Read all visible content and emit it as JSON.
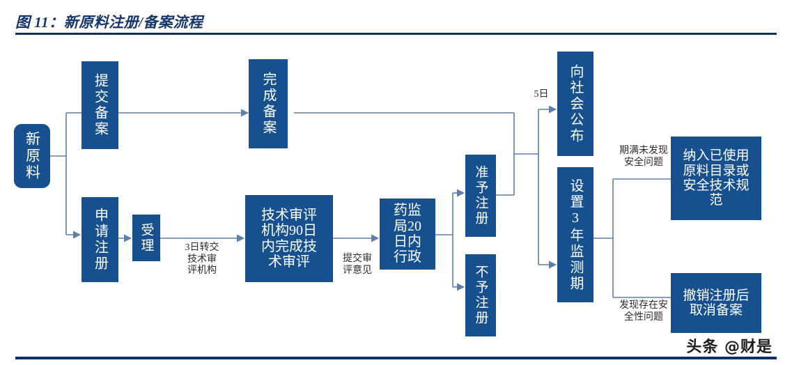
{
  "figure": {
    "title": "图 11：新原料注册/备案流程",
    "watermark": "头条 @财是",
    "accent_color": "#17508f",
    "title_color": "#16366b",
    "rule_color": "#10305f",
    "connector_color": "#5f7ea8"
  },
  "nodes": {
    "start": {
      "label": "新原料",
      "orientation": "vertical"
    },
    "submit_record": {
      "label": "提交备案",
      "orientation": "vertical"
    },
    "complete_record": {
      "label": "完成备案",
      "orientation": "vertical"
    },
    "apply_register": {
      "label": "申请注册",
      "orientation": "vertical"
    },
    "accept": {
      "label": "受理",
      "orientation": "vertical"
    },
    "tech_review": {
      "label": "技术审评\n机构90日\n内完成技\n术审评",
      "orientation": "horizontal"
    },
    "nmpa": {
      "label": "药监\n局20\n日内\n行政",
      "orientation": "horizontal"
    },
    "approve": {
      "label": "准予注册",
      "orientation": "vertical"
    },
    "reject": {
      "label": "不予注册",
      "orientation": "vertical"
    },
    "publish": {
      "label": "向社会公布",
      "orientation": "vertical"
    },
    "monitor": {
      "label": "设置3年监测期",
      "orientation": "vertical"
    },
    "include_catalog": {
      "label": "纳入已使用\n原料目录或\n安全技术规\n范",
      "orientation": "horizontal"
    },
    "revoke": {
      "label": "撤销注册后\n取消备案",
      "orientation": "horizontal"
    }
  },
  "edge_labels": {
    "transfer_3days": "3日转交\n技术审\n评机构",
    "submit_opinion": "提交审\n评意见",
    "five_days": "5日",
    "no_issue": "期满未发现\n安全问题",
    "issue_found": "发现存在安\n全性问题"
  }
}
